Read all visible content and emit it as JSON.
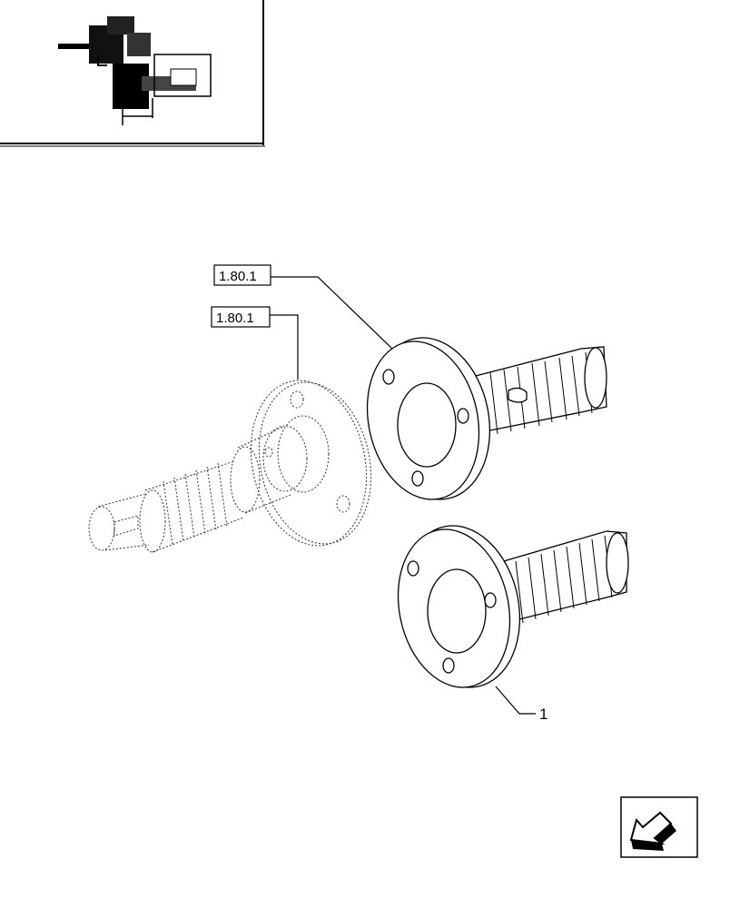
{
  "diagram": {
    "references": [
      {
        "label": "1.80.1"
      },
      {
        "label": "1.80.1"
      }
    ],
    "callouts": [
      {
        "label": "1"
      }
    ]
  },
  "thumbnail": {
    "icon": "tractor-pto-locator-icon"
  },
  "navigation": {
    "icon": "back-arrow-icon"
  }
}
